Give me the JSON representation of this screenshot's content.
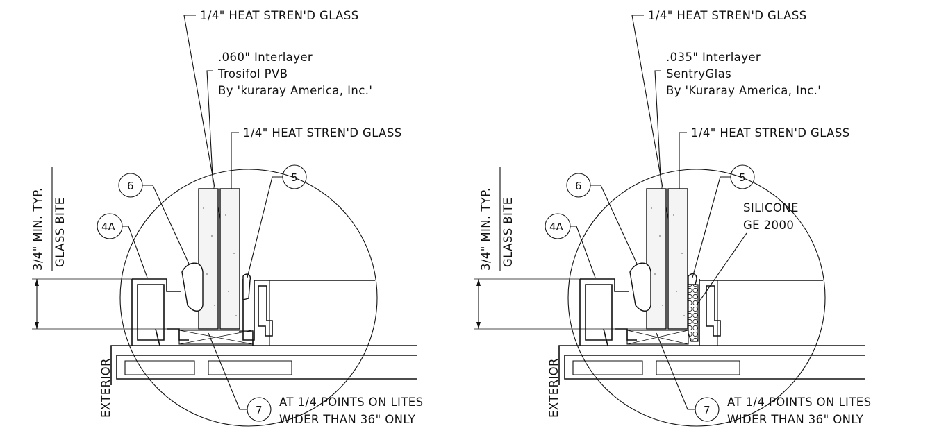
{
  "details": [
    {
      "glass_top": "1/4\" HEAT STREN'D GLASS",
      "interlayer": [
        ".060\" Interlayer",
        "Trosifol PVB",
        "By 'kuraray America, Inc.'"
      ],
      "glass_bottom": "1/4\" HEAT STREN'D GLASS",
      "bite_dim": "3/4\" MIN. TYP.",
      "bite_label": "GLASS BITE",
      "exterior": "EXTERIOR",
      "callouts": [
        "6",
        "5",
        "4A",
        "7"
      ],
      "silicone": [],
      "note": [
        "AT 1/4 POINTS ON LITES",
        "WIDER THAN 36\" ONLY"
      ]
    },
    {
      "glass_top": "1/4\" HEAT STREN'D GLASS",
      "interlayer": [
        ".035\" Interlayer",
        "SentryGlas",
        "By 'Kuraray America, Inc.'"
      ],
      "glass_bottom": "1/4\" HEAT STREN'D GLASS",
      "bite_dim": "3/4\" MIN. TYP.",
      "bite_label": "GLASS BITE",
      "exterior": "EXTERIOR",
      "callouts": [
        "6",
        "5",
        "4A",
        "7"
      ],
      "silicone": [
        "SILICONE",
        "GE 2000"
      ],
      "note": [
        "AT 1/4 POINTS ON LITES",
        "WIDER THAN 36\" ONLY"
      ]
    }
  ]
}
